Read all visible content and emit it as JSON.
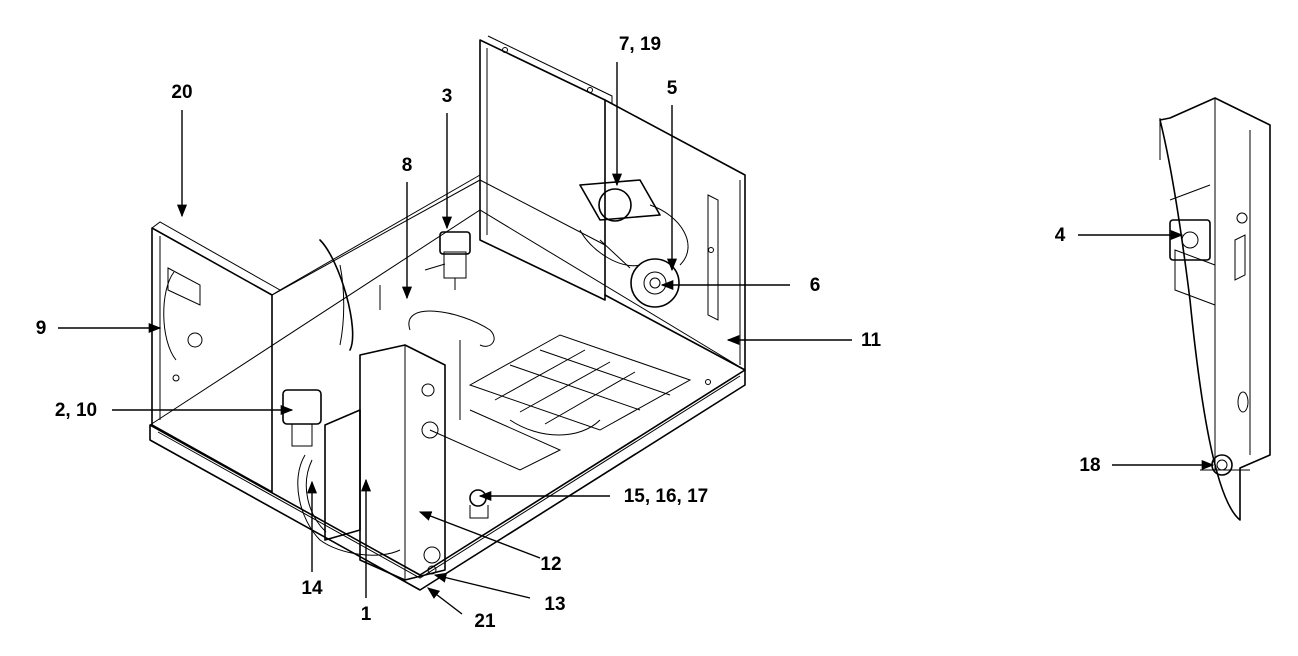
{
  "callouts": [
    {
      "id": "c1",
      "label": "1"
    },
    {
      "id": "c2_10",
      "label": "2, 10"
    },
    {
      "id": "c3",
      "label": "3"
    },
    {
      "id": "c4",
      "label": "4"
    },
    {
      "id": "c5",
      "label": "5"
    },
    {
      "id": "c6",
      "label": "6"
    },
    {
      "id": "c7_19",
      "label": "7, 19"
    },
    {
      "id": "c8",
      "label": "8"
    },
    {
      "id": "c9",
      "label": "9"
    },
    {
      "id": "c11",
      "label": "11"
    },
    {
      "id": "c12",
      "label": "12"
    },
    {
      "id": "c13",
      "label": "13"
    },
    {
      "id": "c14",
      "label": "14"
    },
    {
      "id": "c15_16_17",
      "label": "15, 16, 17"
    },
    {
      "id": "c18",
      "label": "18"
    },
    {
      "id": "c20",
      "label": "20"
    },
    {
      "id": "c21",
      "label": "21"
    }
  ]
}
